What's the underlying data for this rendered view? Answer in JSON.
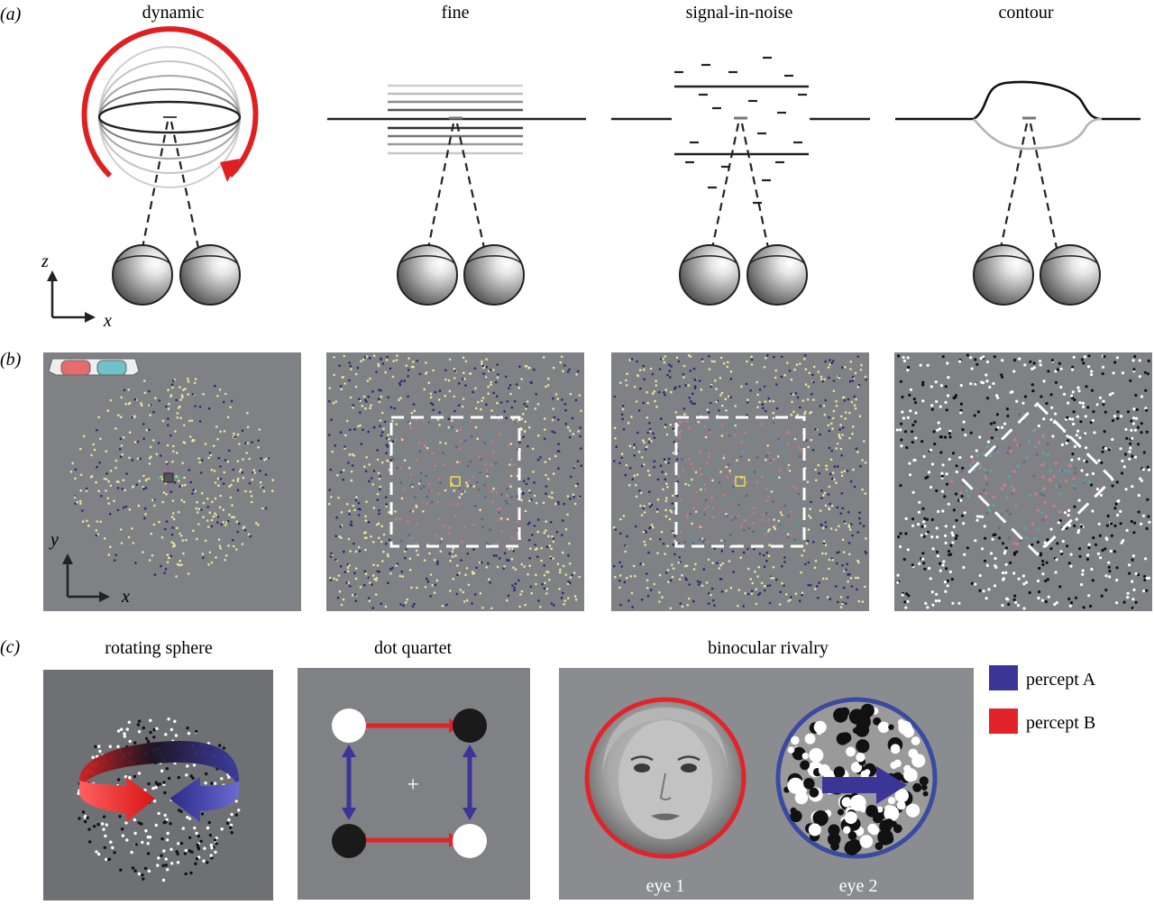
{
  "panels": {
    "a": {
      "label": "(a)",
      "titles": [
        "dynamic",
        "fine",
        "signal-in-noise",
        "contour"
      ],
      "axis": {
        "vertical": "z",
        "horizontal": "x"
      }
    },
    "b": {
      "label": "(b)",
      "axis": {
        "vertical": "y",
        "horizontal": "x"
      }
    },
    "c": {
      "label": "(c)",
      "titles": [
        "rotating sphere",
        "dot quartet",
        "binocular rivalry"
      ],
      "fixation_mark": "+",
      "eye_labels": [
        "eye 1",
        "eye 2"
      ],
      "legend": [
        {
          "label": "percept A",
          "color": "#3a3596"
        },
        {
          "label": "percept B",
          "color": "#e3232a"
        }
      ]
    }
  },
  "colors": {
    "red_arrow": "#e02020",
    "blue_arrow": "#3a3596",
    "stimulus_bg": "#7f8184",
    "dot_yellow": "#e8e4a0",
    "dot_blue": "#262b6e"
  },
  "icons": [
    "eyeball-icon",
    "anaglyph-glasses-icon",
    "face-photo",
    "rotation-arrow-icon"
  ]
}
